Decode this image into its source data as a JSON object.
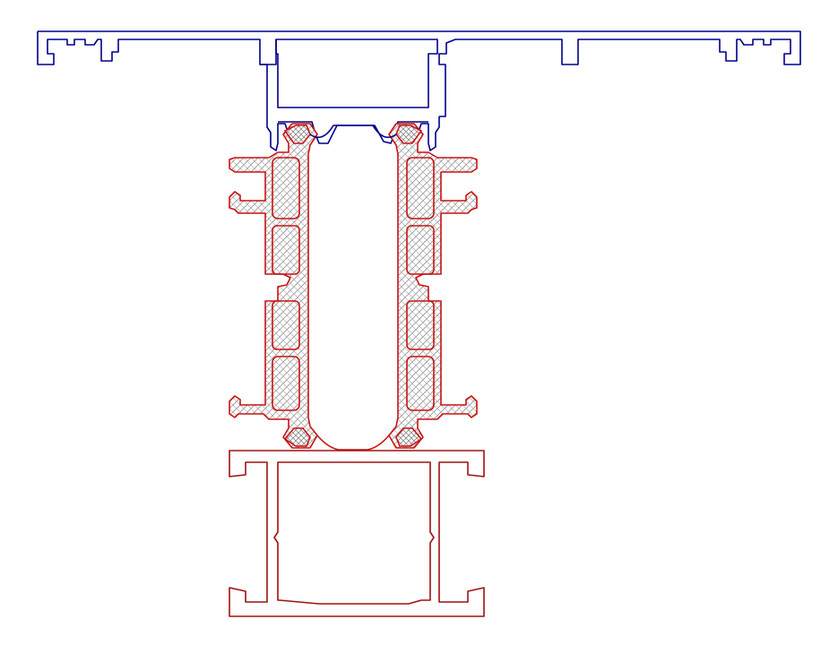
{
  "diagram": {
    "type": "technical-section-drawing",
    "colors": {
      "top_profile": "#00008b",
      "thermal_profiles": "#cc1111",
      "bottom_profile": "#a01010",
      "hatch": "#9a9a9a",
      "background": "#ffffff"
    },
    "parts": [
      {
        "id": "top-cover-profile",
        "color": "blue",
        "hatched": false
      },
      {
        "id": "left-thermal-break-strip",
        "color": "red",
        "hatched": true
      },
      {
        "id": "right-thermal-break-strip",
        "color": "red",
        "hatched": true
      },
      {
        "id": "bottom-box-profile",
        "color": "dark-red",
        "hatched": false
      }
    ]
  }
}
